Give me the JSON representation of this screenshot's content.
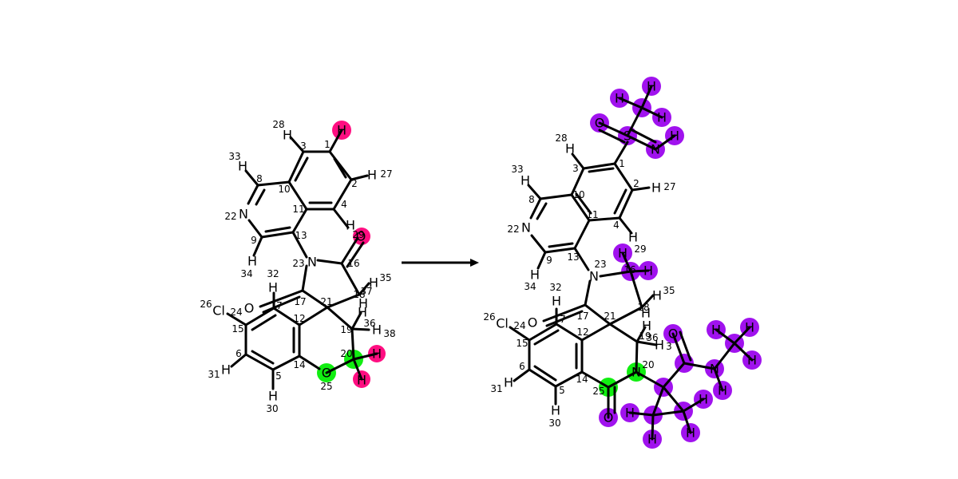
{
  "colors": {
    "removed": "#ff0e81",
    "mapped": "#11ee11",
    "added": "#a012ee",
    "bond": "#000000",
    "background": "#ffffff"
  },
  "reactant": {
    "label_atoms": [
      {
        "sym": "H",
        "idx": "28"
      },
      {
        "sym": "H",
        "idx": "33"
      },
      {
        "sym": "N",
        "idx": "22"
      },
      {
        "sym": "H",
        "idx": "34"
      },
      {
        "sym": "N",
        "idx": "23"
      },
      {
        "sym": "H",
        "idx": "27"
      },
      {
        "sym": "H",
        "idx": ""
      },
      {
        "sym": "O",
        "idx": "29"
      },
      {
        "sym": "H",
        "idx": "32"
      },
      {
        "sym": "O",
        "idx": ""
      },
      {
        "sym": "Cl",
        "idx": "26"
      },
      {
        "sym": "H",
        "idx": "31"
      },
      {
        "sym": "H",
        "idx": "30"
      },
      {
        "sym": "O",
        "idx": "25"
      },
      {
        "sym": "H",
        "idx": "35"
      },
      {
        "sym": "H",
        "idx": "37"
      },
      {
        "sym": "H",
        "idx": "38"
      },
      {
        "sym": "H",
        "idx": ""
      },
      {
        "sym": "H",
        "idx": ""
      },
      {
        "sym": "H",
        "idx": ""
      }
    ],
    "carbon_indices": [
      "1",
      "2",
      "3",
      "4",
      "8",
      "9",
      "10",
      "11",
      "13",
      "16",
      "17",
      "7",
      "12",
      "24",
      "15",
      "6",
      "5",
      "14",
      "21",
      "18",
      "19",
      "20",
      "36"
    ]
  },
  "product": {
    "label_atoms": [
      {
        "sym": "H",
        "idx": "28"
      },
      {
        "sym": "H",
        "idx": "33"
      },
      {
        "sym": "N",
        "idx": "22"
      },
      {
        "sym": "H",
        "idx": "34"
      },
      {
        "sym": "N",
        "idx": "23"
      },
      {
        "sym": "H",
        "idx": "27"
      },
      {
        "sym": "H",
        "idx": ""
      },
      {
        "sym": "H",
        "idx": "29"
      },
      {
        "sym": "H",
        "idx": ""
      },
      {
        "sym": "H",
        "idx": "32"
      },
      {
        "sym": "O",
        "idx": ""
      },
      {
        "sym": "Cl",
        "idx": "26"
      },
      {
        "sym": "H",
        "idx": "31"
      },
      {
        "sym": "H",
        "idx": "30"
      },
      {
        "sym": "H",
        "idx": "35"
      },
      {
        "sym": "H",
        "idx": ""
      },
      {
        "sym": "H",
        "idx": ""
      },
      {
        "sym": "N",
        "idx": "20"
      },
      {
        "sym": "O",
        "idx": ""
      },
      {
        "sym": "O",
        "idx": ""
      },
      {
        "sym": "S",
        "idx": ""
      },
      {
        "sym": "N",
        "idx": ""
      },
      {
        "sym": "H",
        "idx": ""
      },
      {
        "sym": "H",
        "idx": ""
      },
      {
        "sym": "H",
        "idx": ""
      },
      {
        "sym": "H",
        "idx": ""
      },
      {
        "sym": "O",
        "idx": "3"
      },
      {
        "sym": "N",
        "idx": ""
      },
      {
        "sym": "H",
        "idx": ""
      },
      {
        "sym": "H",
        "idx": ""
      },
      {
        "sym": "H",
        "idx": ""
      },
      {
        "sym": "H",
        "idx": ""
      },
      {
        "sym": "H",
        "idx": ""
      },
      {
        "sym": "H",
        "idx": ""
      },
      {
        "sym": "H",
        "idx": ""
      },
      {
        "sym": "H",
        "idx": ""
      }
    ],
    "carbon_indices": [
      "1",
      "2",
      "3",
      "4",
      "8",
      "9",
      "10",
      "11",
      "13",
      "16",
      "17",
      "7",
      "12",
      "24",
      "15",
      "6",
      "5",
      "14",
      "21",
      "18",
      "19",
      "36",
      "25"
    ]
  }
}
